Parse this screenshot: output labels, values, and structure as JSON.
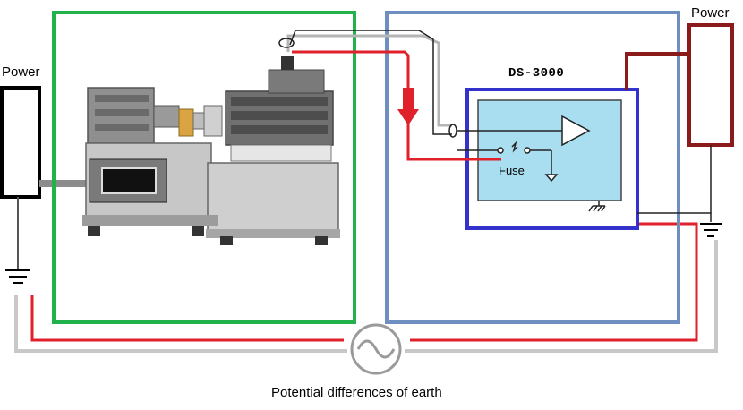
{
  "labels": {
    "power_left": "Power",
    "power_right": "Power",
    "device_name": "DS-3000",
    "fuse": "Fuse",
    "caption": "Potential differences of earth"
  },
  "colors": {
    "test_rig_frame": "#22b24c",
    "measurement_frame": "#6e8fbf",
    "device_frame": "#3333cc",
    "device_fill": "#a9def0",
    "signal_wire_red": "#e0202a",
    "power_wire_dark_red": "#8b1a1a",
    "earth_wire_gray": "#c8c8c8",
    "machine_gray": "#8c8c8c"
  },
  "icons": [
    "ground-symbol",
    "ac-source-symbol",
    "amplifier-triangle",
    "fuse-switch",
    "chassis-ground-symbol"
  ]
}
